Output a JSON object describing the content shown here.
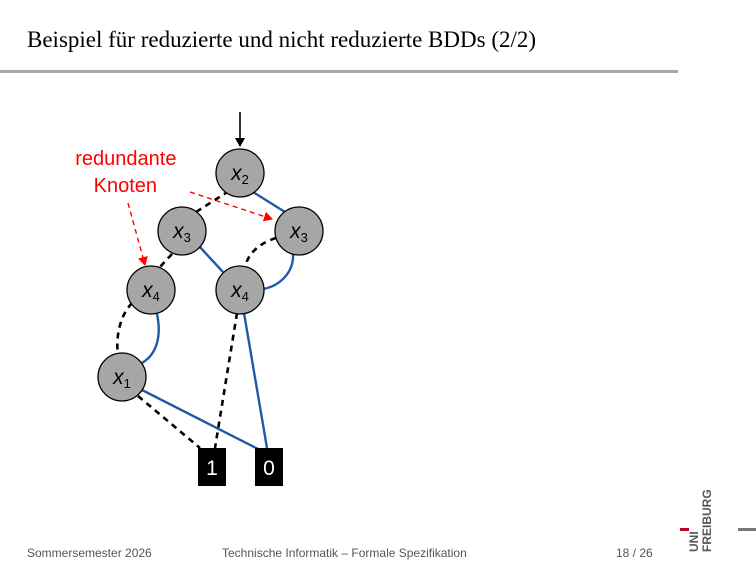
{
  "slide": {
    "title": "Beispiel für reduzierte und nicht reduzierte BDDs (2/2)"
  },
  "diagram": {
    "annotation_lines": [
      "redundante",
      "Knoten"
    ],
    "nodes": [
      {
        "id": "n-x2",
        "var": "x",
        "sub": "2"
      },
      {
        "id": "n-x3-left",
        "var": "x",
        "sub": "3"
      },
      {
        "id": "n-x3-right",
        "var": "x",
        "sub": "3"
      },
      {
        "id": "n-x4-left",
        "var": "x",
        "sub": "4"
      },
      {
        "id": "n-x4-right",
        "var": "x",
        "sub": "4"
      },
      {
        "id": "n-x1",
        "var": "x",
        "sub": "1"
      }
    ],
    "terminals": [
      {
        "id": "t-1",
        "label": "1"
      },
      {
        "id": "t-0",
        "label": "0"
      }
    ],
    "colors": {
      "node_fill": "#a6a6a6",
      "high_edge": "#1f5aa8",
      "low_edge": "#000000",
      "annotation": "#ff0000",
      "terminal_fill": "#000000"
    }
  },
  "footer": {
    "semester": "Sommersemester 2026",
    "course": "Technische Informatik – Formale Spezifikation",
    "page": "18 / 26"
  },
  "logo": {
    "text_left": "UNI",
    "text_right": "FREIBURG",
    "accent_color": "#c1002a"
  }
}
